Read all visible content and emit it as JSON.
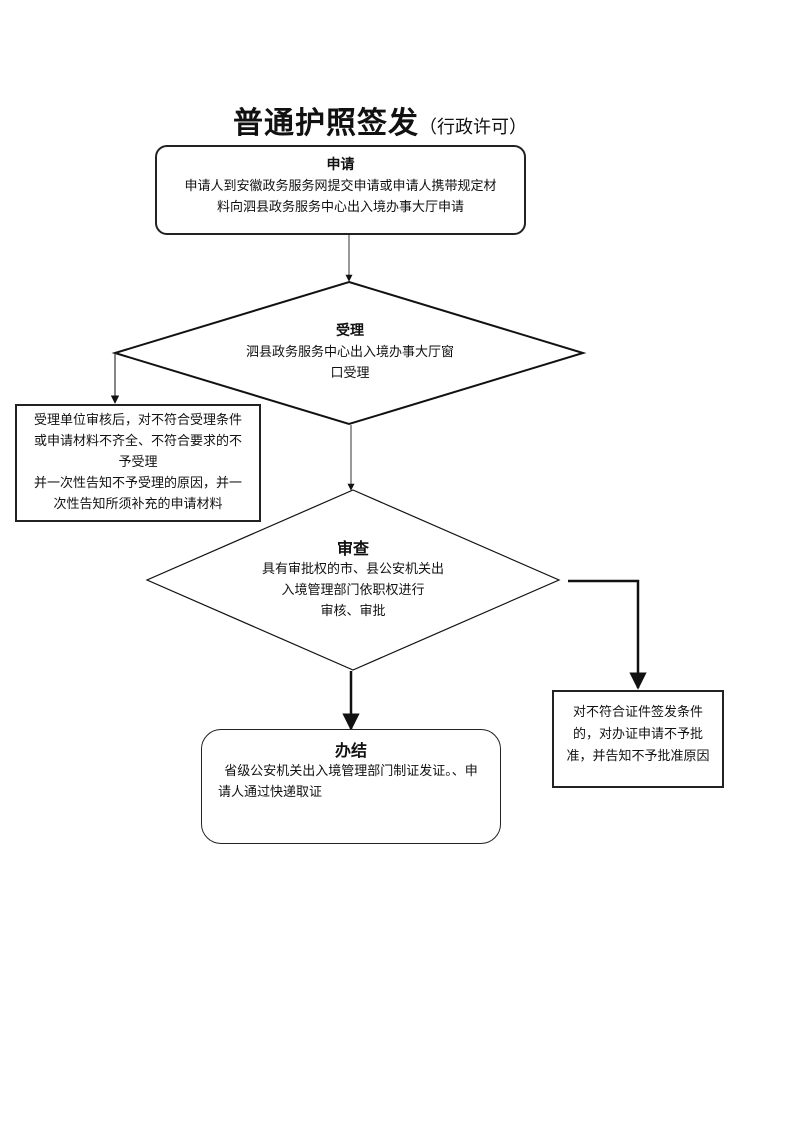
{
  "title": {
    "main": "普通护照签发",
    "sub": "（行政许可）"
  },
  "apply": {
    "heading": "申请",
    "line1": "申请人到安徽政务服务网提交申请或申请人携带规定材",
    "line2": "料向泗县政务服务中心出入境办事大厅申请"
  },
  "accept": {
    "heading": "受理",
    "line1": "泗县政务服务中心出入境办事大厅窗",
    "line2": "口受理"
  },
  "reject": {
    "line1": "受理单位审核后，对不符合受理条件",
    "line2": "或申请材料不齐全、不符合要求的不",
    "line3": "予受理",
    "line4": "并一次性告知不予受理的原因，并一",
    "line5": "次性告知所须补充的申请材料"
  },
  "review": {
    "heading": "审查",
    "line1": "具有审批权的市、县公安机关出",
    "line2": "入境管理部门依职权进行",
    "line3": "审核、审批"
  },
  "deny": {
    "line1": "对不符合证件签发条件",
    "line2": "的，对办证申请不予批",
    "line3": "准，并告知不予批准原因"
  },
  "done": {
    "heading": "办结",
    "line1": "省级公安机关出入境管理部门制证发证。、申",
    "line2": "请人通过快递取证"
  }
}
